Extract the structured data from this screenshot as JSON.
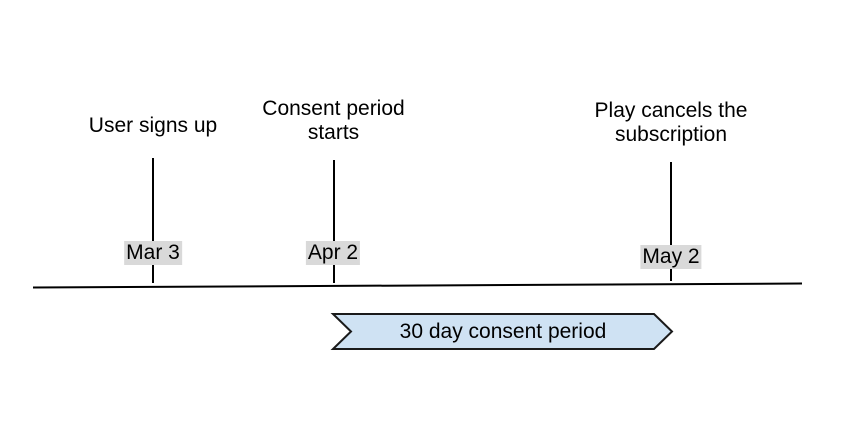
{
  "diagram": {
    "type": "timeline",
    "events": [
      {
        "label_lines": [
          "User signs up"
        ],
        "date": "Mar 3"
      },
      {
        "label_lines": [
          "Consent period",
          "starts"
        ],
        "date": "Apr 2"
      },
      {
        "label_lines": [
          "Play cancels the",
          "subscription"
        ],
        "date": "May 2"
      }
    ],
    "banner": {
      "label": "30 day consent period",
      "fill": "#cfe2f3",
      "stroke": "#1a1a1a"
    },
    "colors": {
      "date_label_bg": "#d9d9d9",
      "line": "#000000",
      "text": "#000000",
      "background": "#ffffff"
    }
  }
}
